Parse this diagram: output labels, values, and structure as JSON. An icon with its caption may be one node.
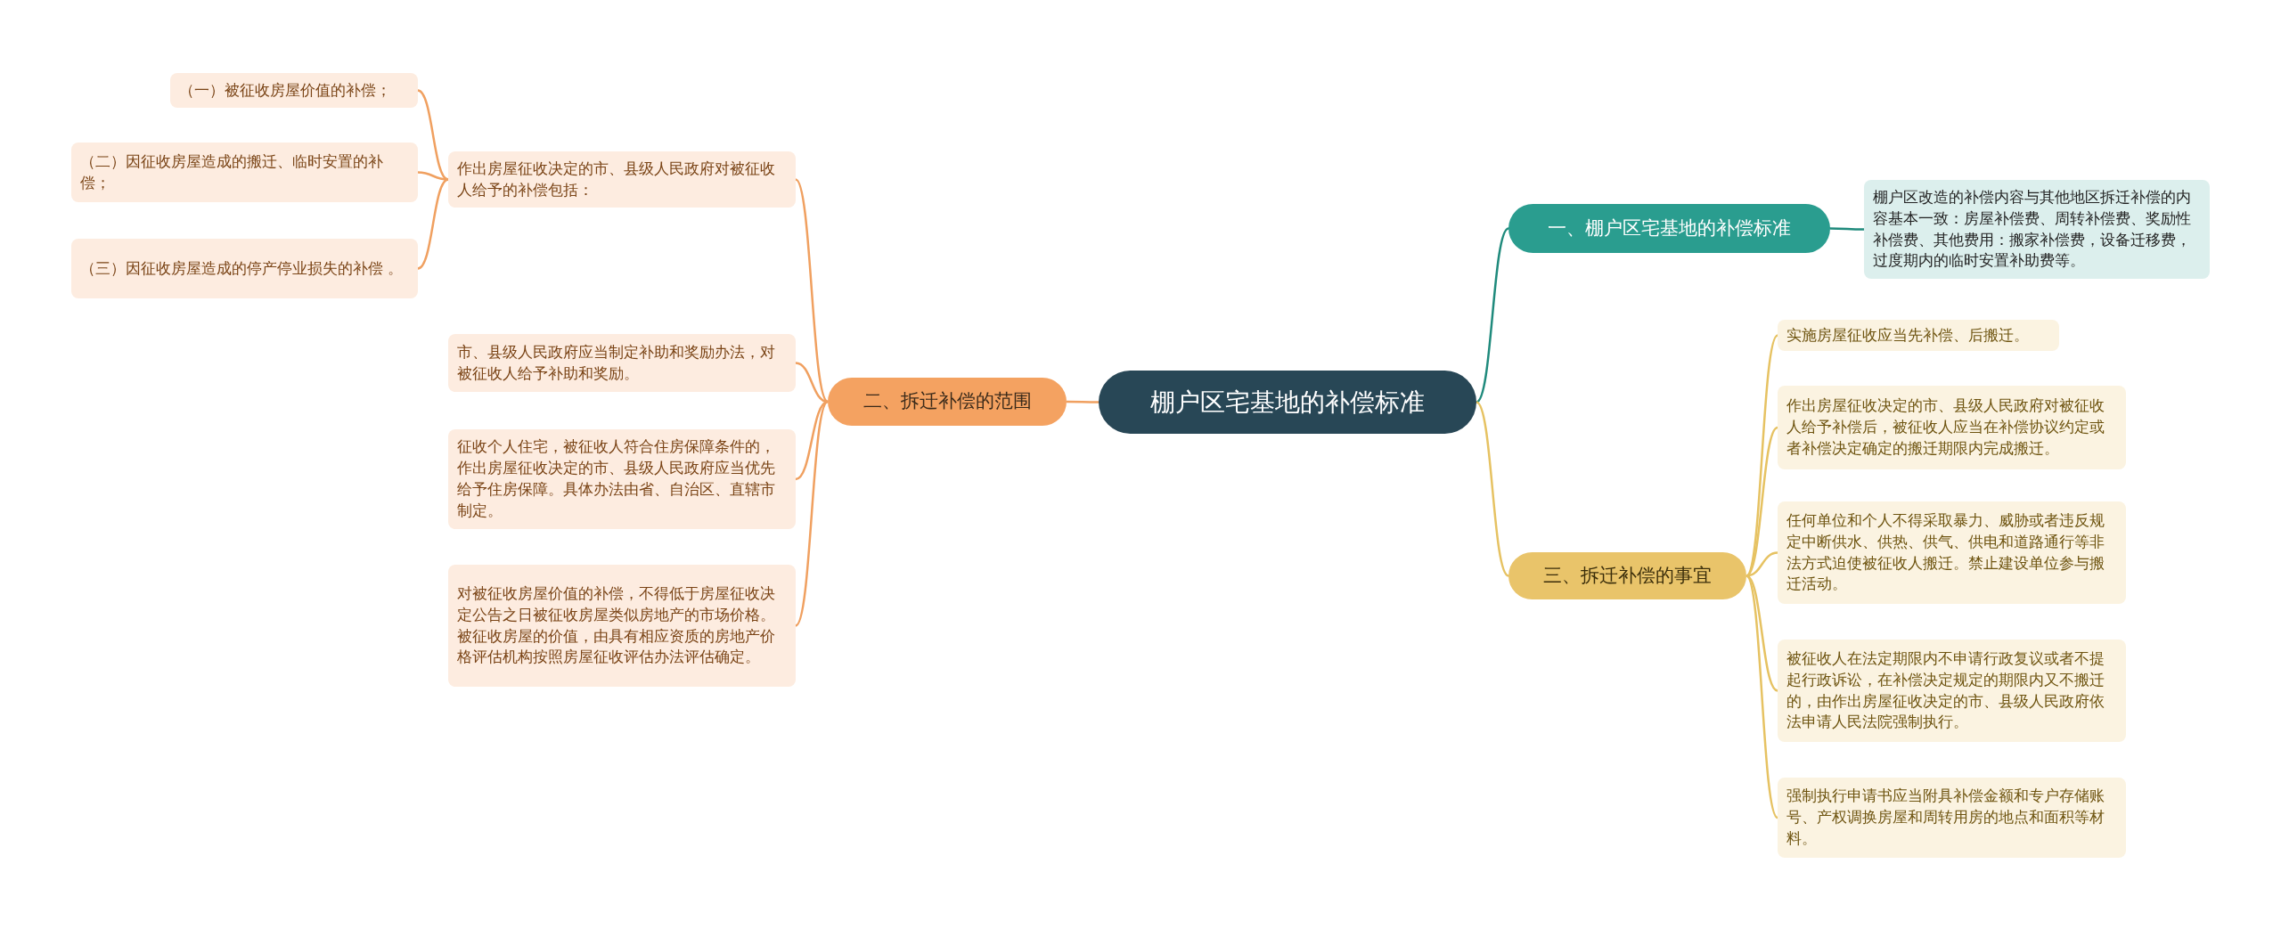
{
  "diagram": {
    "nodes": [
      {
        "text": [
          "棚户区宅基地的补偿标准"
        ]
      },
      {
        "text": [
          "一、棚户区宅基地的补偿标准"
        ]
      },
      {
        "text": [
          "棚户区改造的补偿内容与其他地区拆迁补偿的内容基本一致：房屋补偿费、周转补偿费、奖励性补偿费、其他费用：搬家补偿费，设备迁移费，过度期内的临时安置补助费等。"
        ]
      },
      {
        "text": [
          "二、拆迁补偿的范围"
        ]
      },
      {
        "text": [
          "作出房屋征收决定的市、县级人民政府对被征收人给予的补偿包括："
        ]
      },
      {
        "text": [
          "（一）被征收房屋价值的补偿；"
        ]
      },
      {
        "text": [
          "（二）因征收房屋造成的搬迁、临时安置的补偿；"
        ]
      },
      {
        "text": [
          "（三）因征收房屋造成的停产停业损失的补偿 。"
        ]
      },
      {
        "text": [
          "市、县级人民政府应当制定补助和奖励办法，对被征收人给予补助和奖励。"
        ]
      },
      {
        "text": [
          "征收个人住宅，被征收人符合住房保障条件的，作出房屋征收决定的市、县级人民政府应当优先给予住房保障。具体办法由省、自治区、直辖市制定。"
        ]
      },
      {
        "text": [
          "对被征收房屋价值的补偿，不得低于房屋征收决定公告之日被征收房屋类似房地产的市场价格。被征收房屋的价值，由具有相应资质的房地产价格评估机构按照房屋征收评估办法评估确定。"
        ]
      },
      {
        "text": [
          "三、拆迁补偿的事宜"
        ]
      },
      {
        "text": [
          "实施房屋征收应当先补偿、后搬迁。"
        ]
      },
      {
        "text": [
          "作出房屋征收决定的市、县级人民政府对被征收人给予补偿后，被征收人应当在补偿协议约定或者补偿决定确定的搬迁期限内完成搬迁。"
        ]
      },
      {
        "text": [
          "任何单位和个人不得采取暴力、威胁或者违反规定中断供水、供热、供气、供电和道路通行等非法方式迫使被征收人搬迁。禁止建设单位参与搬迁活动。"
        ]
      },
      {
        "text": [
          "被征收人在法定期限内不申请行政复议或者不提起行政诉讼，在补偿决定规定的期限内又不搬迁的，由作出房屋征收决定的市、县级人民政府依法申请人民法院强制执行。"
        ]
      },
      {
        "text": [
          "强制执行申请书应当附具补偿金额和专户存储账号、产权调换房屋和周转用房的地点和面积等材料。"
        ]
      }
    ],
    "edges": [
      {
        "from": 0,
        "to": 1,
        "arrow": "none",
        "color": "#1f8a7c"
      },
      {
        "from": 1,
        "to": 2,
        "arrow": "none",
        "color": "#1f8a7c"
      },
      {
        "from": 0,
        "to": 3,
        "arrow": "none",
        "color": "#f0a060"
      },
      {
        "from": 3,
        "to": 4,
        "arrow": "none",
        "color": "#f0a060"
      },
      {
        "from": 4,
        "to": 5,
        "arrow": "none",
        "color": "#f0a060"
      },
      {
        "from": 4,
        "to": 6,
        "arrow": "none",
        "color": "#f0a060"
      },
      {
        "from": 4,
        "to": 7,
        "arrow": "none",
        "color": "#f0a060"
      },
      {
        "from": 3,
        "to": 8,
        "arrow": "none",
        "color": "#f0a060"
      },
      {
        "from": 3,
        "to": 9,
        "arrow": "none",
        "color": "#f0a060"
      },
      {
        "from": 3,
        "to": 10,
        "arrow": "none",
        "color": "#f0a060"
      },
      {
        "from": 0,
        "to": 11,
        "arrow": "none",
        "color": "#e6c262"
      },
      {
        "from": 11,
        "to": 12,
        "arrow": "none",
        "color": "#e6c262"
      },
      {
        "from": 11,
        "to": 13,
        "arrow": "none",
        "color": "#e6c262"
      },
      {
        "from": 11,
        "to": 14,
        "arrow": "none",
        "color": "#e6c262"
      },
      {
        "from": 11,
        "to": 15,
        "arrow": "none",
        "color": "#e6c262"
      },
      {
        "from": 11,
        "to": 16,
        "arrow": "none",
        "color": "#e6c262"
      }
    ]
  }
}
